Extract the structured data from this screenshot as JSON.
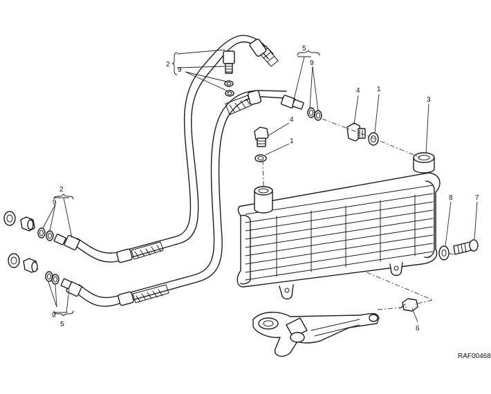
{
  "drawing_ref": "RAF00468",
  "callouts": {
    "c2_top": "2",
    "c9_top": "9",
    "c5_top": "5",
    "c9_top_right": "9",
    "c4_upper": "4",
    "c1_upper": "1",
    "c3": "3",
    "c4_lower": "4",
    "c1_lower": "1",
    "c2_left": "2",
    "c9_left": "9",
    "c8": "8",
    "c7": "7",
    "c9_left_lower": "9",
    "c5_left": "5",
    "c6": "6"
  }
}
